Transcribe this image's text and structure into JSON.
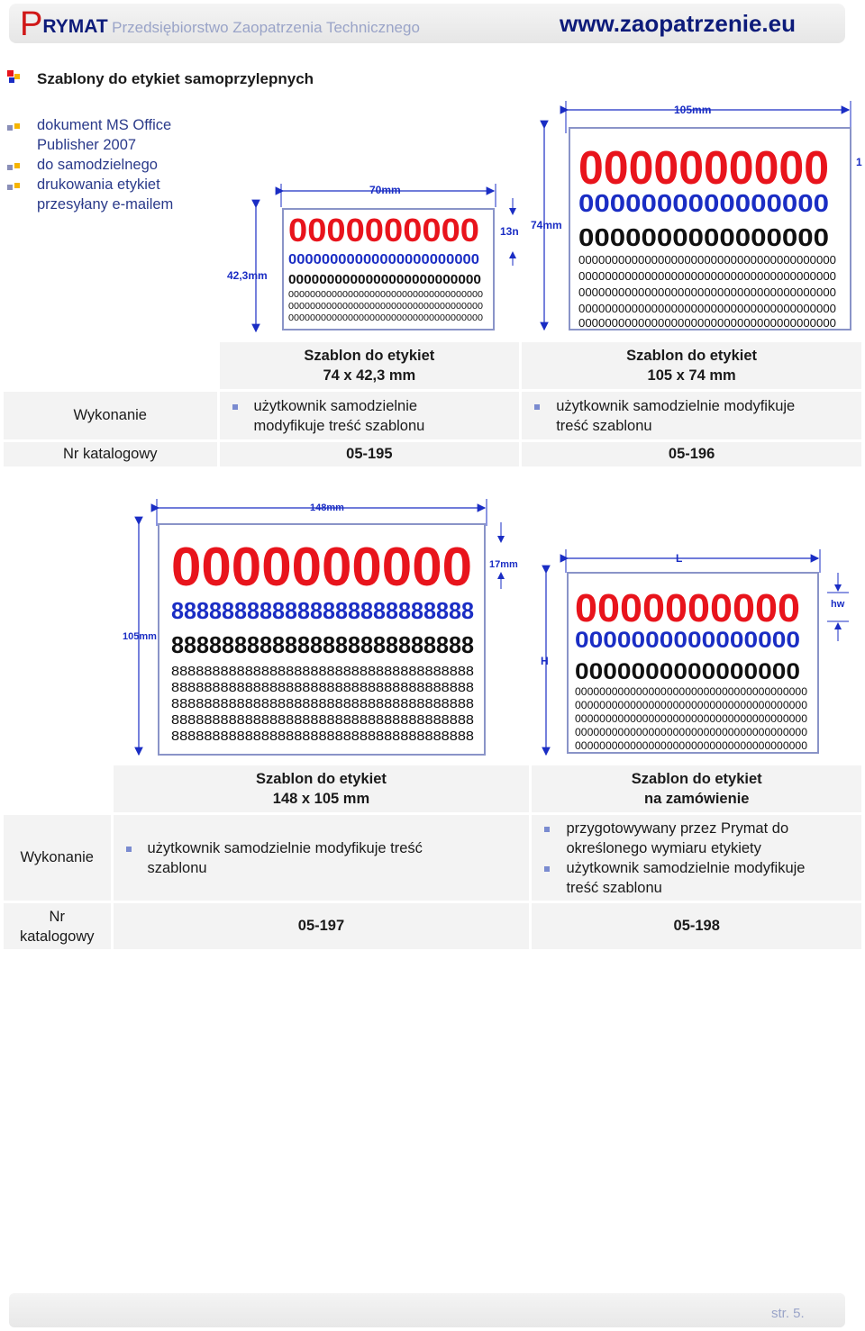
{
  "header": {
    "brand_p": "P",
    "brand_rymat": "RYMAT",
    "brand_sub": "Przedsiębiorstwo Zaopatrzenia Technicznego",
    "url": "www.zaopatrzenie.eu"
  },
  "section_title": "Szablony do etykiet samoprzylepnych",
  "intro_lines": [
    "dokument MS Office",
    "Publisher 2007",
    "do samodzielnego",
    "drukowania etykiet",
    "przesyłany e-mailem"
  ],
  "figures": {
    "label_74": {
      "width_dim": "70mm",
      "height_dim": "42,3mm",
      "height_dim2": "74mm",
      "gap_dim": "13n",
      "red_line": "0000000000",
      "blue_line": "00000000000000000000000",
      "black_bold_line": "0000000000000000000000000",
      "small_lines": [
        "000000000000000000000000000000000000",
        "000000000000000000000000000000000000",
        "000000000000000000000000000000000000"
      ]
    },
    "label_105": {
      "width_dim": "105mm",
      "height_dim": "1",
      "red_line": "0000000000",
      "blue_line": "0000000000000000",
      "black_bold_line": "0000000000000000",
      "small_lines": [
        "000000000000000000000000000000000000000",
        "000000000000000000000000000000000000000",
        "000000000000000000000000000000000000000",
        "000000000000000000000000000000000000000",
        "000000000000000000000000000000000000000"
      ]
    },
    "label_148": {
      "width_dim": "148mm",
      "height_dim": "105mm",
      "gap_dim": "17mm",
      "red_line": "0000000000",
      "blue_line": "888888888888888888888888",
      "black_bold_line": "888888888888888888888888",
      "small_lines": [
        "8888888888888888888888888888888888888",
        "8888888888888888888888888888888888888",
        "8888888888888888888888888888888888888",
        "8888888888888888888888888888888888888",
        "8888888888888888888888888888888888888"
      ]
    },
    "label_custom": {
      "width_dim": "L",
      "height_dim": "H",
      "gap_dim": "hw",
      "red_line": "0000000000",
      "blue_line": "0000000000000000",
      "black_bold_line": "0000000000000000",
      "small_lines": [
        "00000000000000000000000000000000000000",
        "00000000000000000000000000000000000000",
        "00000000000000000000000000000000000000",
        "00000000000000000000000000000000000000",
        "00000000000000000000000000000000000000"
      ]
    }
  },
  "table1": {
    "col1_header": [
      "Szablon do etykiet",
      "74 x 42,3 mm"
    ],
    "col2_header": [
      "Szablon do etykiet",
      "105 x 74 mm"
    ],
    "row_wykonanie": "Wykonanie",
    "col1_desc": [
      "użytkownik samodzielnie",
      "modyfikuje treść szablonu"
    ],
    "col2_desc": [
      "użytkownik samodzielnie modyfikuje",
      "treść szablonu"
    ],
    "row_nr": "Nr katalogowy",
    "col1_nr": "05-195",
    "col2_nr": "05-196"
  },
  "table2": {
    "col1_header": [
      "Szablon do etykiet",
      "148 x 105 mm"
    ],
    "col2_header": [
      "Szablon do etykiet",
      "na zamówienie"
    ],
    "row_wykonanie": "Wykonanie",
    "col1_desc": [
      "użytkownik samodzielnie modyfikuje treść",
      "szablonu"
    ],
    "col2_desc_items": [
      [
        "przygotowywany przez Prymat do",
        "określonego wymiaru etykiety"
      ],
      [
        "użytkownik samodzielnie modyfikuje",
        "treść szablonu"
      ]
    ],
    "row_nr": [
      "Nr",
      "katalogowy"
    ],
    "col1_nr": "05-197",
    "col2_nr": "05-198"
  },
  "footer": {
    "page": "str. 5."
  },
  "colors": {
    "red": "#e8141c",
    "blue": "#1a2dc4",
    "navy": "#0d1b7a",
    "brand_red": "#d01818",
    "light_blue": "#9aa4c8"
  }
}
